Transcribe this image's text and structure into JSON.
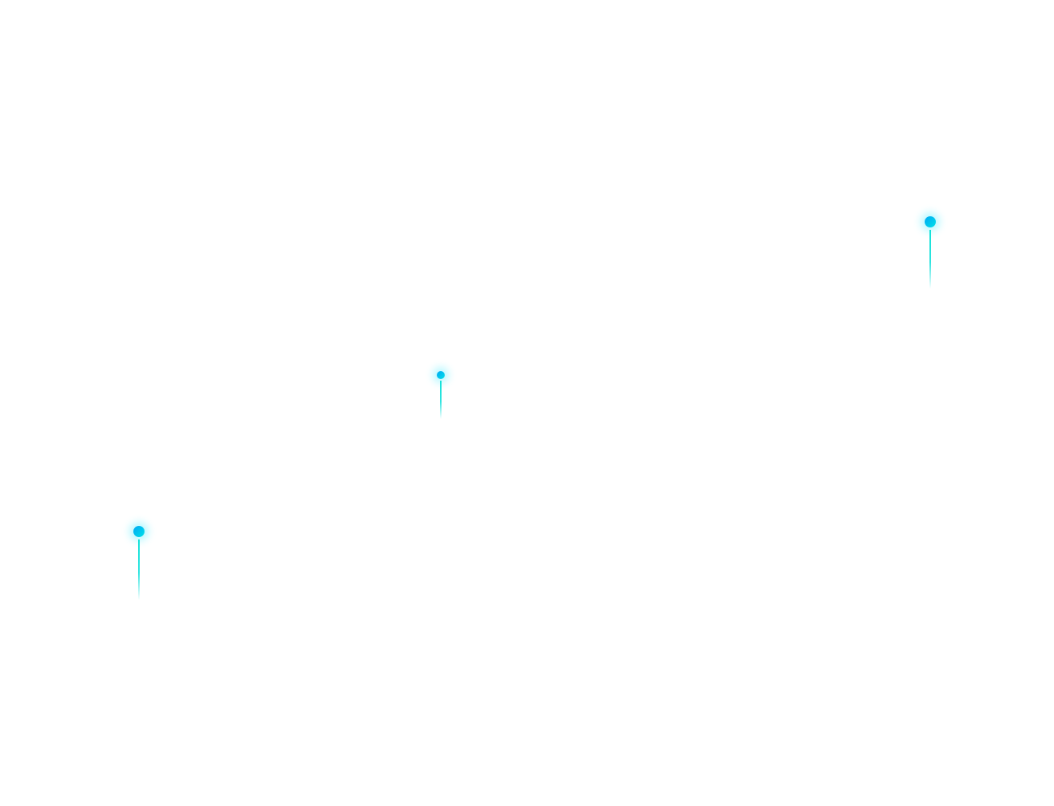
{
  "colors": {
    "background": "#ffffff",
    "pin_dot_start": "#00a8f4",
    "pin_dot_end": "#00e0e8",
    "pin_stem": "#10e2d8"
  },
  "pins": [
    {
      "icon": "map-pin-icon",
      "size": "large"
    },
    {
      "icon": "map-pin-icon",
      "size": "small"
    },
    {
      "icon": "map-pin-icon",
      "size": "large"
    }
  ]
}
